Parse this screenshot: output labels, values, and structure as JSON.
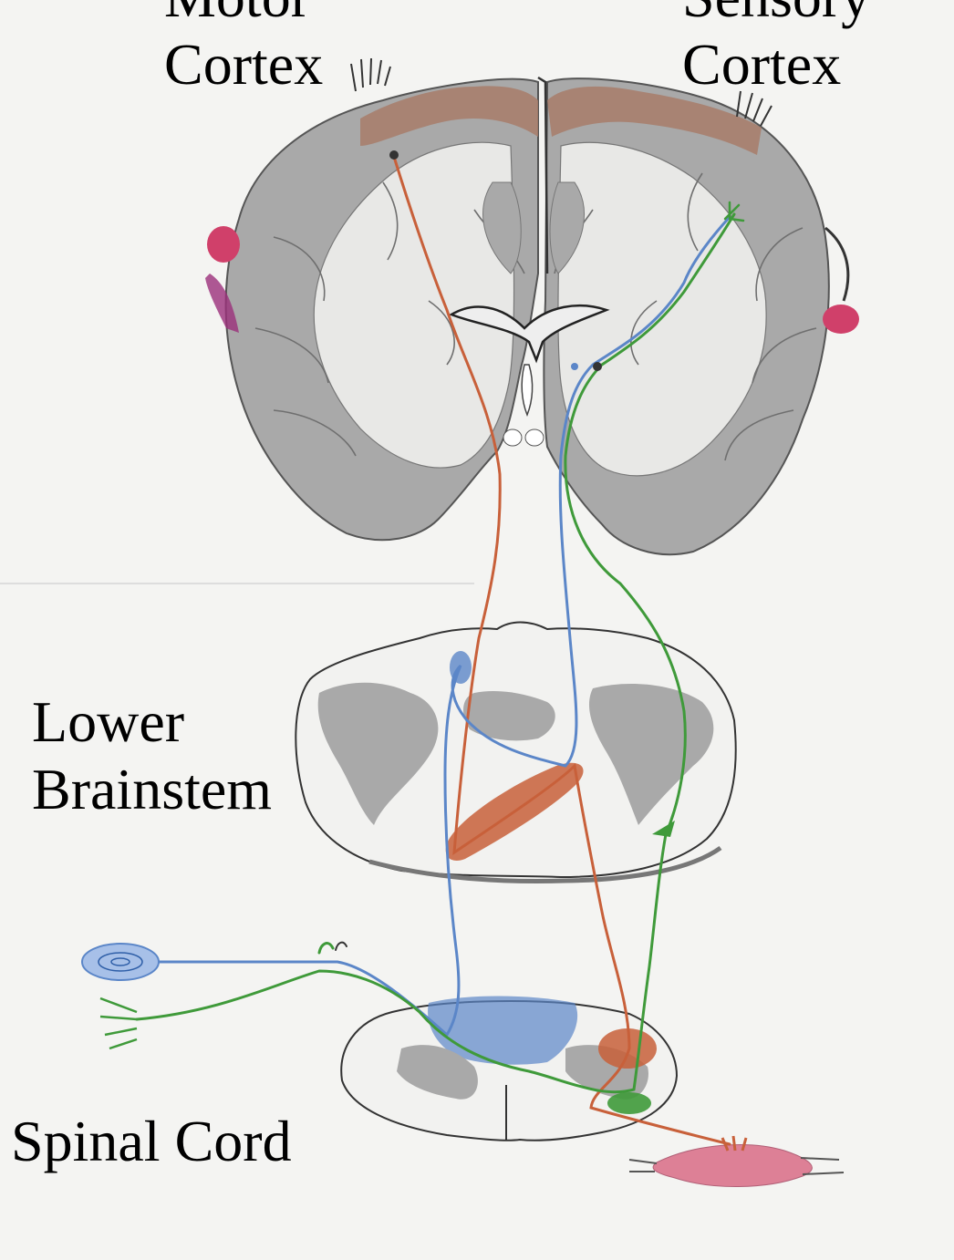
{
  "labels": {
    "motor_cortex": [
      "Motor",
      "Cortex"
    ],
    "sensory_cortex": [
      "Sensory",
      "Cortex"
    ],
    "lower_brainstem": [
      "Lower",
      "Brainstem"
    ],
    "spinal_cord": "Spinal Cord"
  },
  "colors": {
    "background": "#f4f4f2",
    "gray_matter": "#a9a9a9",
    "outline": "#444444",
    "motor_tract": "#c8603a",
    "dorsal_column_tract": "#5b86c8",
    "spinothalamic_tract": "#3f9a3a",
    "cortical_strip": "#a87c6a",
    "muscle": "#d65a78",
    "homunculus_accent": "#d0406a"
  }
}
